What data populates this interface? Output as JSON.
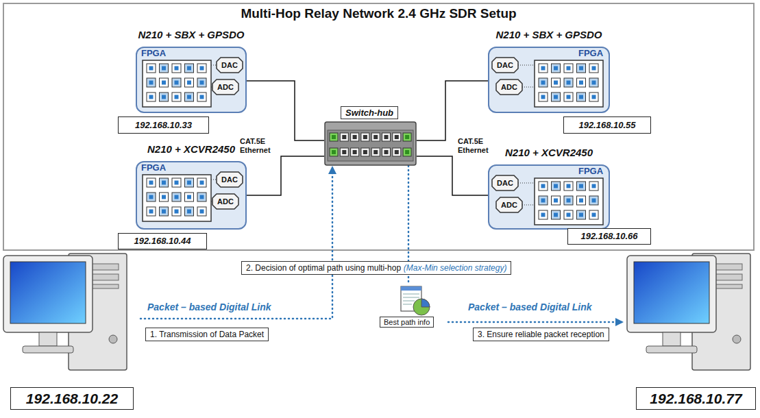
{
  "diagram": {
    "title": "Multi-Hop Relay Network 2.4 GHz SDR Setup",
    "nodes": [
      {
        "text": [
          "N210 + SBX + GPSDO",
          "FPGA",
          "DAC",
          "ADC",
          "192.168.10.33"
        ]
      },
      {
        "text": [
          "N210 + SBX + GPSDO",
          "FPGA",
          "DAC",
          "ADC",
          "192.168.10.55"
        ]
      },
      {
        "text": [
          "N210 + XCVR2450",
          "FPGA",
          "DAC",
          "ADC",
          "192.168.10.44"
        ]
      },
      {
        "text": [
          "N210 + XCVR2450",
          "FPGA",
          "DAC",
          "ADC",
          "192.168.10.66"
        ]
      },
      {
        "text": [
          "Switch-hub"
        ]
      },
      {
        "text": [
          "2. Decision of optimal path using multi-hop",
          "(Max-Min selection strategy)"
        ]
      },
      {
        "text": [
          "192.168.10.22"
        ]
      },
      {
        "text": [
          "1. Transmission of Data Packet"
        ]
      },
      {
        "text": [
          "Best path info"
        ]
      },
      {
        "text": [
          "192.168.10.77"
        ]
      },
      {
        "text": [
          "3. Ensure reliable packet reception"
        ]
      }
    ],
    "edges": [
      {
        "from": 0,
        "to": 4,
        "arrow": "none"
      },
      {
        "from": 1,
        "to": 4,
        "arrow": "none"
      },
      {
        "from": 2,
        "to": 4,
        "arrow": "none"
      },
      {
        "from": 3,
        "to": 4,
        "arrow": "none"
      },
      {
        "from": 6,
        "to": 4,
        "arrow": "to",
        "label": "Packet – based Digital Link"
      },
      {
        "from": 4,
        "to": 8,
        "arrow": "none"
      },
      {
        "from": 8,
        "to": 9,
        "arrow": "to",
        "label": "Packet – based Digital Link"
      }
    ],
    "labels": [
      "CAT.5E Ethernet",
      "CAT.5E Ethernet"
    ]
  }
}
